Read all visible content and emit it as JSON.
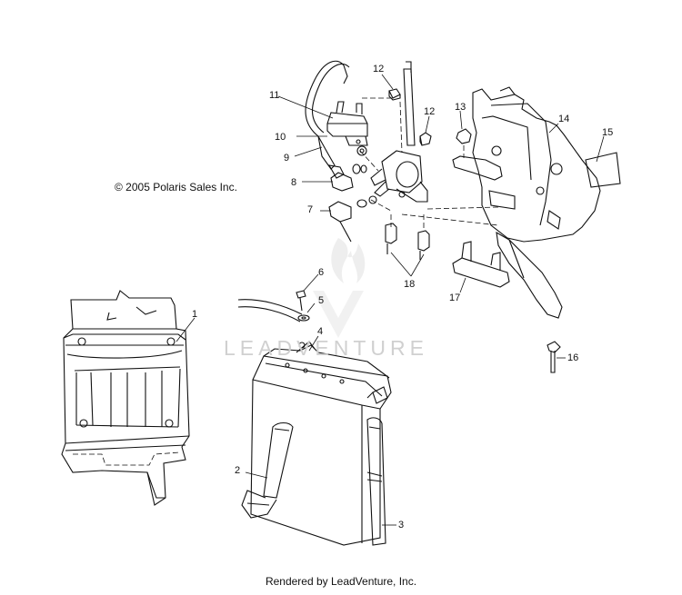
{
  "copyright": "© 2005 Polaris Sales Inc.",
  "footer": "Rendered by LeadVenture, Inc.",
  "watermark": "LEADVENTURE",
  "callouts": [
    "1",
    "2",
    "3",
    "4",
    "5",
    "6",
    "7",
    "8",
    "9",
    "10",
    "11",
    "12",
    "12",
    "13",
    "14",
    "15",
    "16",
    "17",
    "18"
  ]
}
